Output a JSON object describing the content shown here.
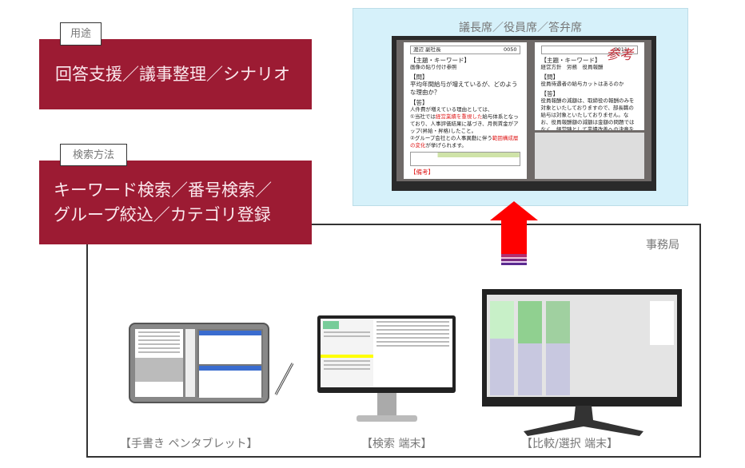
{
  "usage": {
    "tag": "用途",
    "text": "回答支援／議事整理／シナリオ"
  },
  "search": {
    "tag": "検索方法",
    "line1": "キーワード検索／番号検索／",
    "line2": "グループ絞込／カテゴリ登録"
  },
  "top_panel": {
    "title": "議長席／役員席／答弁席",
    "left_doc": {
      "header": "渡辺 副社長",
      "number": "0050",
      "kw_label": "【主題・キーワード】",
      "kw": "画像の貼り付け参照",
      "q_label": "【問】",
      "q": "平均年間給与が増えているが、どのような理由か？",
      "a_label": "【答】",
      "a1": "人件費が増えている理由としては、",
      "a2": "①当社では",
      "a2_red": "経営業績を重視した",
      "a2b": "給与体系となっており、人事評価結果に基づき、月例賃金がアップ(昇給・昇格)したこと。",
      "a3": "②グループ会社との人事異動に伴う",
      "a3_red": "範囲構成層の変化",
      "a3b": "が挙げられます。",
      "note_label": "【備考】"
    },
    "right_doc": {
      "number": "0011",
      "kw_label": "【主題・キーワード】",
      "kw": "経営方針　労務　役員報酬",
      "stamp": "参考",
      "q_label": "【問】",
      "q": "役員待遇者の給与カットはあるのか",
      "a_label": "【答】",
      "a": "役員報酬の減額は、取締役の報酬のみを対象といたしておりますので、部長職の給与は対象といたしておりません。なお、役員報酬額の減額は金額の問題ではなく、経営陣として業績改善への決意を内外へ示すために実施したものでございます。"
    }
  },
  "office": {
    "label": "事務局"
  },
  "devices": [
    {
      "label": "【手書き ペンタブレット】"
    },
    {
      "label": "【検索 端末】"
    },
    {
      "label": "【比較/選択 端末】"
    }
  ],
  "colors": {
    "brand_red": "#9c1b33",
    "panel_blue": "#d6f1fa",
    "arrow_red": "#ff0000"
  }
}
